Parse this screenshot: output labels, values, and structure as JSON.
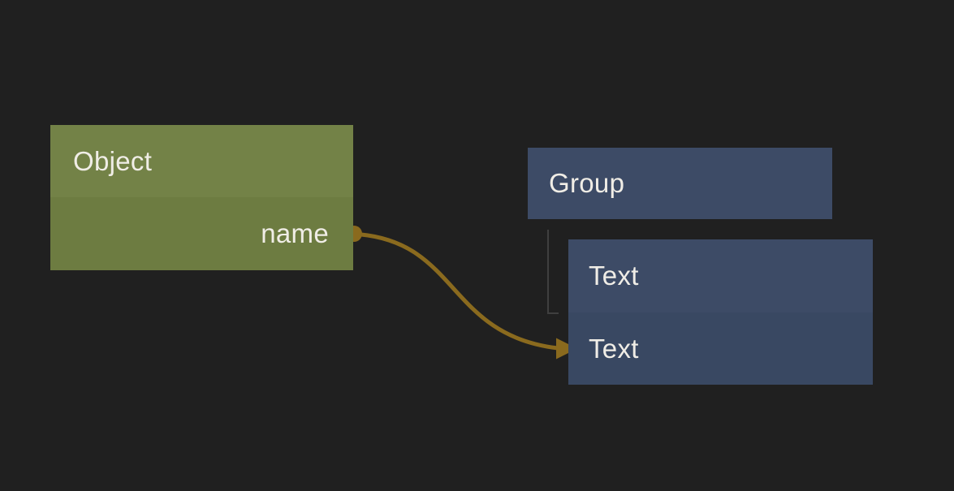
{
  "colors": {
    "background": "#202020",
    "object_header": "#738247",
    "object_body": "#6d7c41",
    "group_header": "#3d4b66",
    "text_header": "#3d4b66",
    "text_body": "#394862",
    "edge": "#8a6a1e",
    "tree_connector": "#3f3f3f",
    "label": "#f0ede6"
  },
  "nodes": {
    "object": {
      "title": "Object",
      "rows": [
        {
          "label": "name",
          "port": "output"
        }
      ]
    },
    "group": {
      "title": "Group"
    },
    "text": {
      "title": "Text",
      "rows": [
        {
          "label": "Text"
        }
      ]
    }
  },
  "edges": [
    {
      "from": "Object.name",
      "to": "Text"
    }
  ]
}
